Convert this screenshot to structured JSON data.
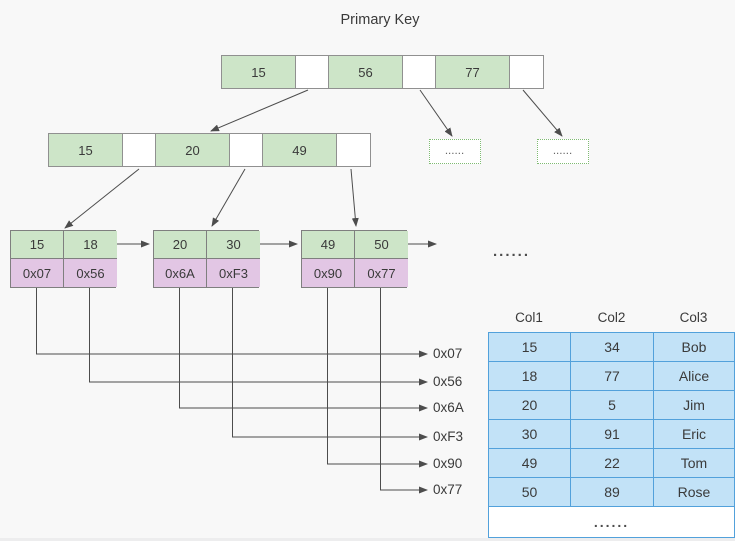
{
  "title": "Primary Key",
  "colors": {
    "background": "#f8f8f8",
    "key_cell_green": "#cde5c8",
    "address_cell_purple": "#e2c6e4",
    "table_cell_blue": "#c2e2f7",
    "table_border_blue": "#52a1db",
    "dotted_box_border_green": "#7fbb72",
    "arrow_gray": "#4d4d4d"
  },
  "tree": {
    "root": {
      "keys": [
        "15",
        "56",
        "77"
      ]
    },
    "internal": {
      "keys": [
        "15",
        "20",
        "49"
      ]
    },
    "dotted_boxes": [
      "......",
      "......"
    ],
    "leaves": [
      {
        "keys": [
          "15",
          "18"
        ],
        "pointers": [
          "0x07",
          "0x56"
        ]
      },
      {
        "keys": [
          "20",
          "30"
        ],
        "pointers": [
          "0x6A",
          "0xF3"
        ]
      },
      {
        "keys": [
          "49",
          "50"
        ],
        "pointers": [
          "0x90",
          "0x77"
        ]
      }
    ],
    "leaf_ellipsis": "......"
  },
  "address_labels": [
    "0x07",
    "0x56",
    "0x6A",
    "0xF3",
    "0x90",
    "0x77"
  ],
  "table": {
    "headers": [
      "Col1",
      "Col2",
      "Col3"
    ],
    "rows": [
      [
        "15",
        "34",
        "Bob"
      ],
      [
        "18",
        "77",
        "Alice"
      ],
      [
        "20",
        "5",
        "Jim"
      ],
      [
        "30",
        "91",
        "Eric"
      ],
      [
        "49",
        "22",
        "Tom"
      ],
      [
        "50",
        "89",
        "Rose"
      ]
    ],
    "ellipsis_row": "......"
  }
}
